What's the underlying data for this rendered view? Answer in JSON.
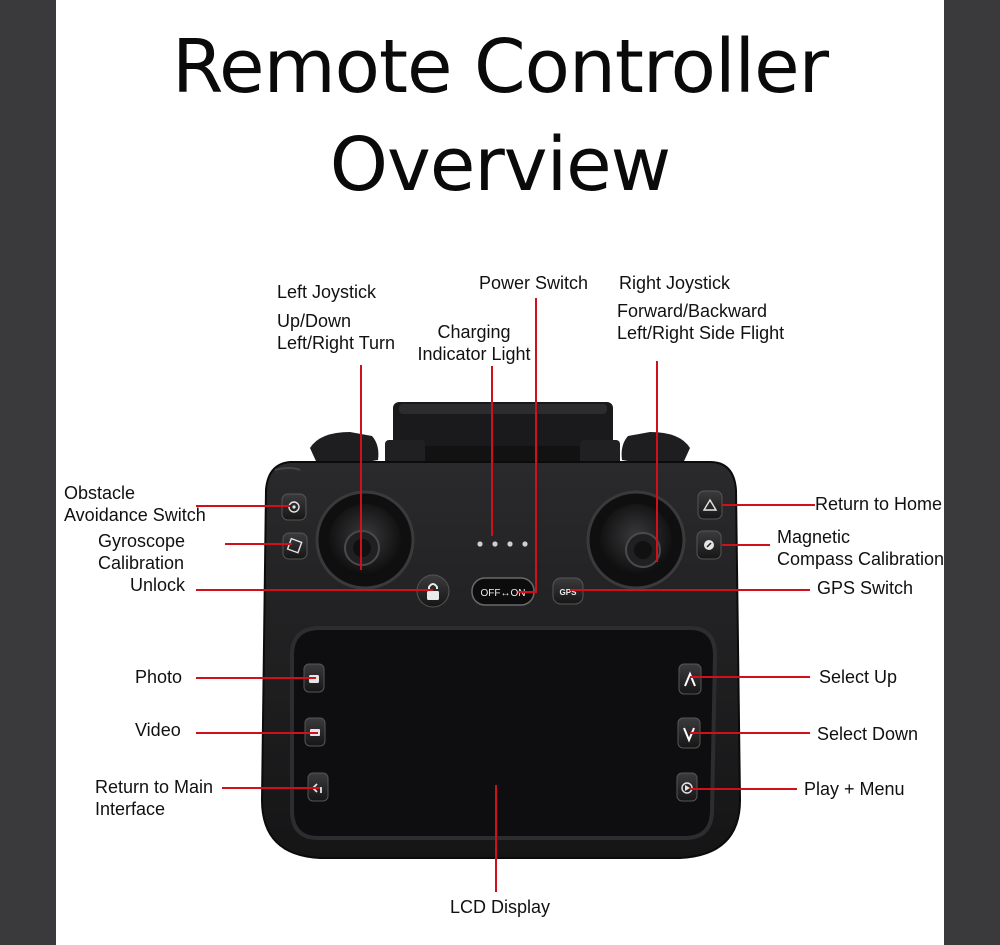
{
  "title": {
    "line1": "Remote Controller",
    "line2": "Overview"
  },
  "labels": {
    "left_joystick": "Left Joystick",
    "left_joystick_desc1": "Up/Down",
    "left_joystick_desc2": "Left/Right Turn",
    "charging1": "Charging",
    "charging2": "Indicator Light",
    "power_switch": "Power Switch",
    "right_joystick": "Right Joystick",
    "right_joystick_desc1": "Forward/Backward",
    "right_joystick_desc2": "Left/Right Side Flight",
    "obstacle1": "Obstacle",
    "obstacle2": "Avoidance Switch",
    "gyro1": "Gyroscope",
    "gyro2": "Calibration",
    "unlock": "Unlock",
    "return_home": "Return to Home",
    "compass1": "Magnetic",
    "compass2": "Compass Calibration",
    "gps_switch": "GPS Switch",
    "photo": "Photo",
    "video": "Video",
    "return_main1": "Return to Main",
    "return_main2": "Interface",
    "select_up": "Select Up",
    "select_down": "Select Down",
    "play_menu": "Play + Menu",
    "lcd": "LCD Display"
  },
  "buttons": {
    "power": "OFF↔ON",
    "gps": "GPS"
  },
  "colors": {
    "leader": "#d0101a",
    "body": "#1b1b1d",
    "screen": "#111113",
    "background": "#3a3a3c"
  }
}
